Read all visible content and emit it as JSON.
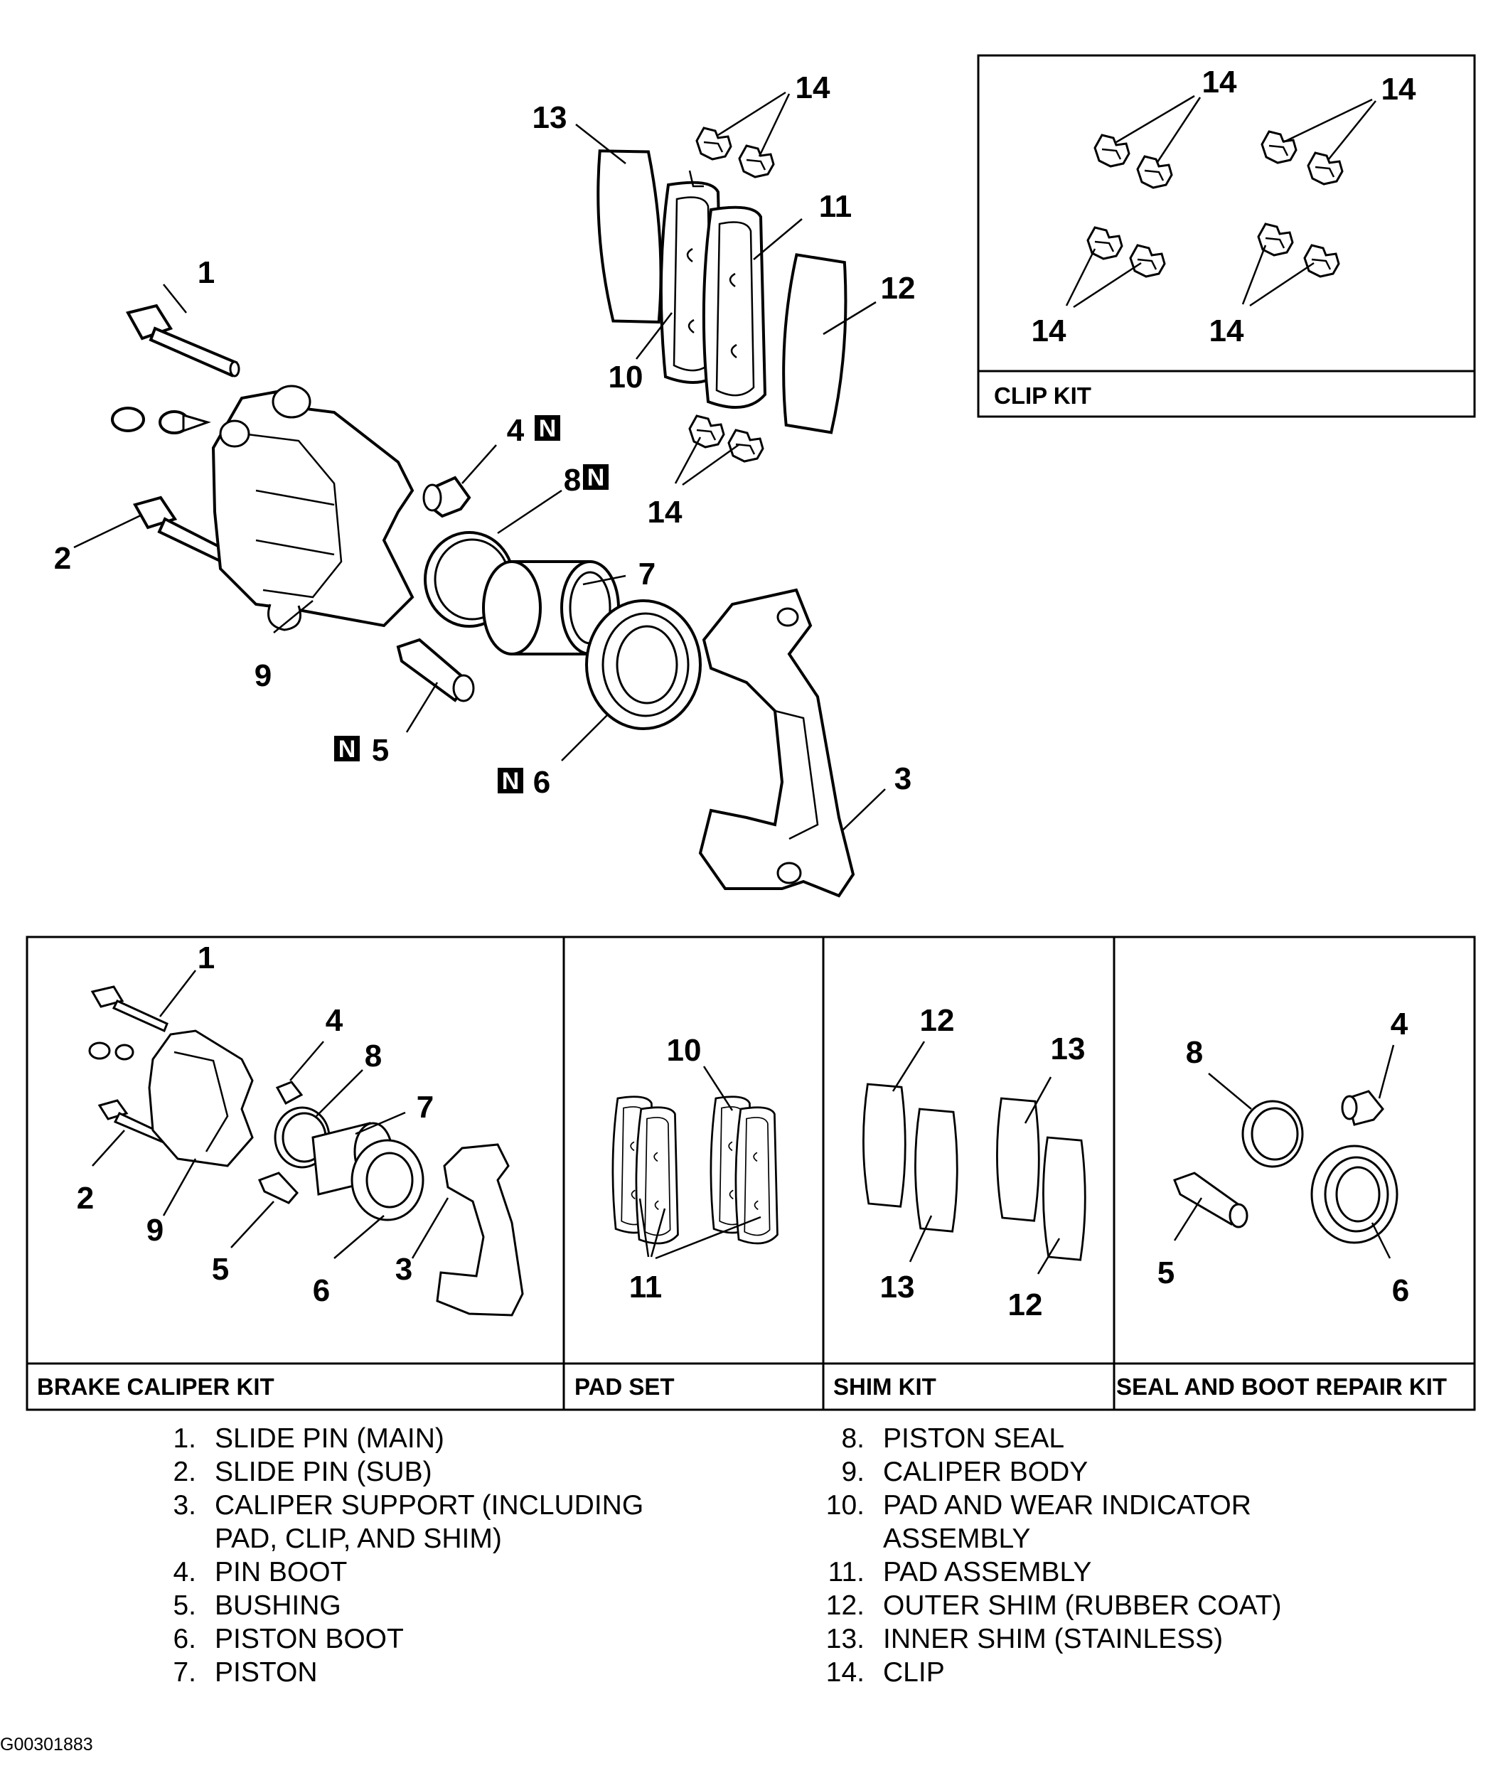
{
  "callouts": {
    "c1": "1",
    "c2": "2",
    "c3": "3",
    "c4": "4",
    "c5": "5",
    "c6": "6",
    "c7": "7",
    "c8": "8",
    "c9": "9",
    "c10": "10",
    "c11": "11",
    "c12": "12",
    "c13": "13",
    "c14": "14",
    "n_mark": "N"
  },
  "panels": {
    "clip_kit": "CLIP KIT",
    "brake_caliper_kit": "BRAKE CALIPER KIT",
    "pad_set": "PAD SET",
    "shim_kit": "SHIM KIT",
    "seal_boot_kit": "SEAL AND BOOT REPAIR KIT"
  },
  "legend_left": [
    {
      "num": "1.",
      "text": "SLIDE PIN (MAIN)"
    },
    {
      "num": "2.",
      "text": "SLIDE PIN (SUB)"
    },
    {
      "num": "3.",
      "text": "CALIPER SUPPORT (INCLUDING",
      "cont": "PAD, CLIP, AND SHIM)"
    },
    {
      "num": "4.",
      "text": "PIN BOOT"
    },
    {
      "num": "5.",
      "text": "BUSHING"
    },
    {
      "num": "6.",
      "text": "PISTON BOOT"
    },
    {
      "num": "7.",
      "text": "PISTON"
    }
  ],
  "legend_right": [
    {
      "num": "8.",
      "text": "PISTON SEAL"
    },
    {
      "num": "9.",
      "text": "CALIPER BODY"
    },
    {
      "num": "10.",
      "text": "PAD AND WEAR INDICATOR",
      "cont": "ASSEMBLY"
    },
    {
      "num": "11.",
      "text": "PAD ASSEMBLY"
    },
    {
      "num": "12.",
      "text": "OUTER SHIM (RUBBER COAT)"
    },
    {
      "num": "13.",
      "text": "INNER SHIM (STAINLESS)"
    },
    {
      "num": "14.",
      "text": "CLIP"
    }
  ],
  "figure_code": "G00301883"
}
